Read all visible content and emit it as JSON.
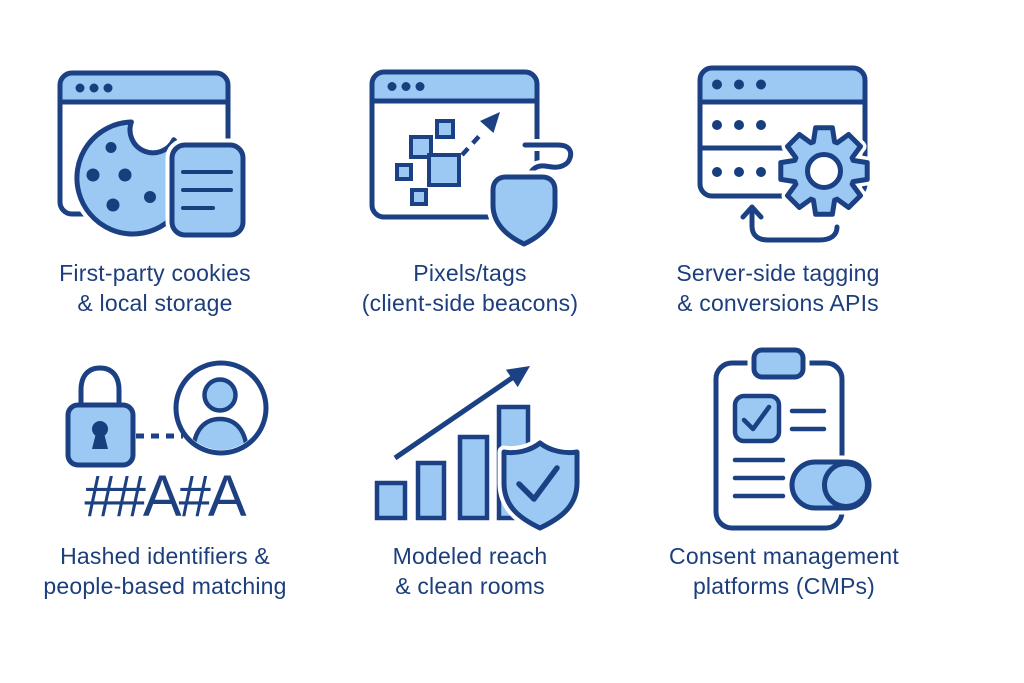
{
  "title": "Privacy-centric ad measurement methods infographic",
  "colors": {
    "background": "#ffffff",
    "icon_fill_blue": "#9CC9F4",
    "icon_outline_navy": "#1B4184",
    "caption_text": "#1C3E7C",
    "hash_text": "#1D4180"
  },
  "cards": [
    {
      "icon": "browser-cookie-icon",
      "label_line1": "First-party cookies",
      "label_line2": "& local storage"
    },
    {
      "icon": "pixels-mouse-icon",
      "label_line1": "Pixels/tags",
      "label_line2": "(client-side beacons)"
    },
    {
      "icon": "server-gear-icon",
      "label_line1": "Server-side tagging",
      "label_line2": "& conversions APIs"
    },
    {
      "icon": "lock-person-icon",
      "label_line1": "Hashed identifiers &",
      "label_line2": "people-based matching",
      "code": "##A#A"
    },
    {
      "icon": "chart-shield-icon",
      "label_line1": "Modeled reach",
      "label_line2": "& clean rooms"
    },
    {
      "icon": "clipboard-toggle-icon",
      "label_line1": "Consent management",
      "label_line2": "platforms (CMPs)"
    }
  ]
}
